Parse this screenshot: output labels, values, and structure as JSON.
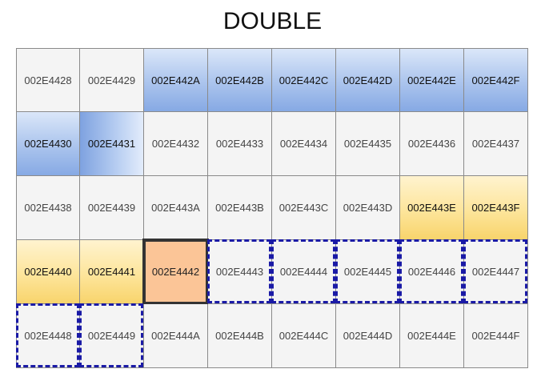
{
  "title": "DOUBLE",
  "rows": [
    [
      "002E4428",
      "002E4429",
      "002E442A",
      "002E442B",
      "002E442C",
      "002E442D",
      "002E442E",
      "002E442F"
    ],
    [
      "002E4430",
      "002E4431",
      "002E4432",
      "002E4433",
      "002E4434",
      "002E4435",
      "002E4436",
      "002E4437"
    ],
    [
      "002E4438",
      "002E4439",
      "002E443A",
      "002E443B",
      "002E443C",
      "002E443D",
      "002E443E",
      "002E443F"
    ],
    [
      "002E4440",
      "002E4441",
      "002E4442",
      "002E4443",
      "002E4444",
      "002E4445",
      "002E4446",
      "002E4447"
    ],
    [
      "002E4448",
      "002E4449",
      "002E444A",
      "002E444B",
      "002E444C",
      "002E444D",
      "002E444E",
      "002E444F"
    ]
  ],
  "colors": {
    "blue_highlight": "#86a9e4",
    "yellow_highlight": "#f8d46c",
    "target_fill": "#fbc597",
    "target_border": "#333333",
    "dashed_border": "#1a1aa6",
    "default_fill": "#f4f4f4"
  }
}
